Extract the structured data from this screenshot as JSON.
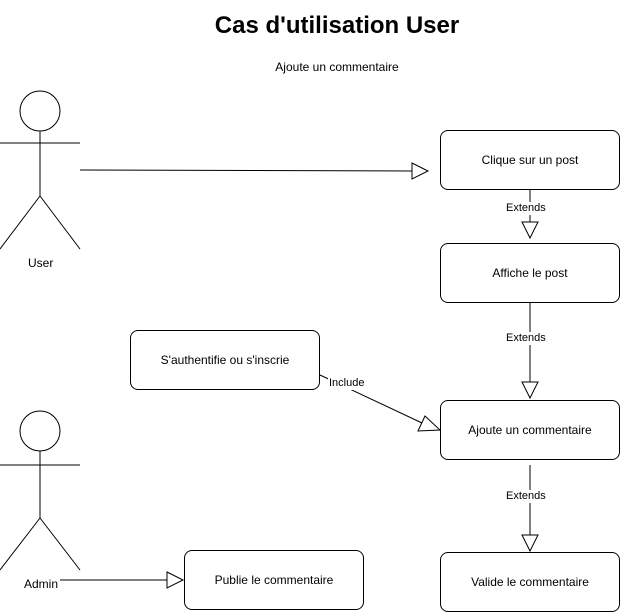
{
  "diagram": {
    "title": "Cas d'utilisation User",
    "subtitle": "Ajoute un commentaire",
    "actors": {
      "user": "User",
      "admin": "Admin"
    },
    "use_cases": {
      "click_post": "Clique sur un post",
      "show_post": "Affiche le post",
      "auth": "S'authentifie ou s'inscrie",
      "add_comment": "Ajoute un commentaire",
      "publish_comment": "Publie le commentaire",
      "validate_comment": "Valide le commentaire"
    },
    "relations": {
      "extends_1": "Extends",
      "extends_2": "Extends",
      "extends_3": "Extends",
      "include": "Include"
    }
  }
}
